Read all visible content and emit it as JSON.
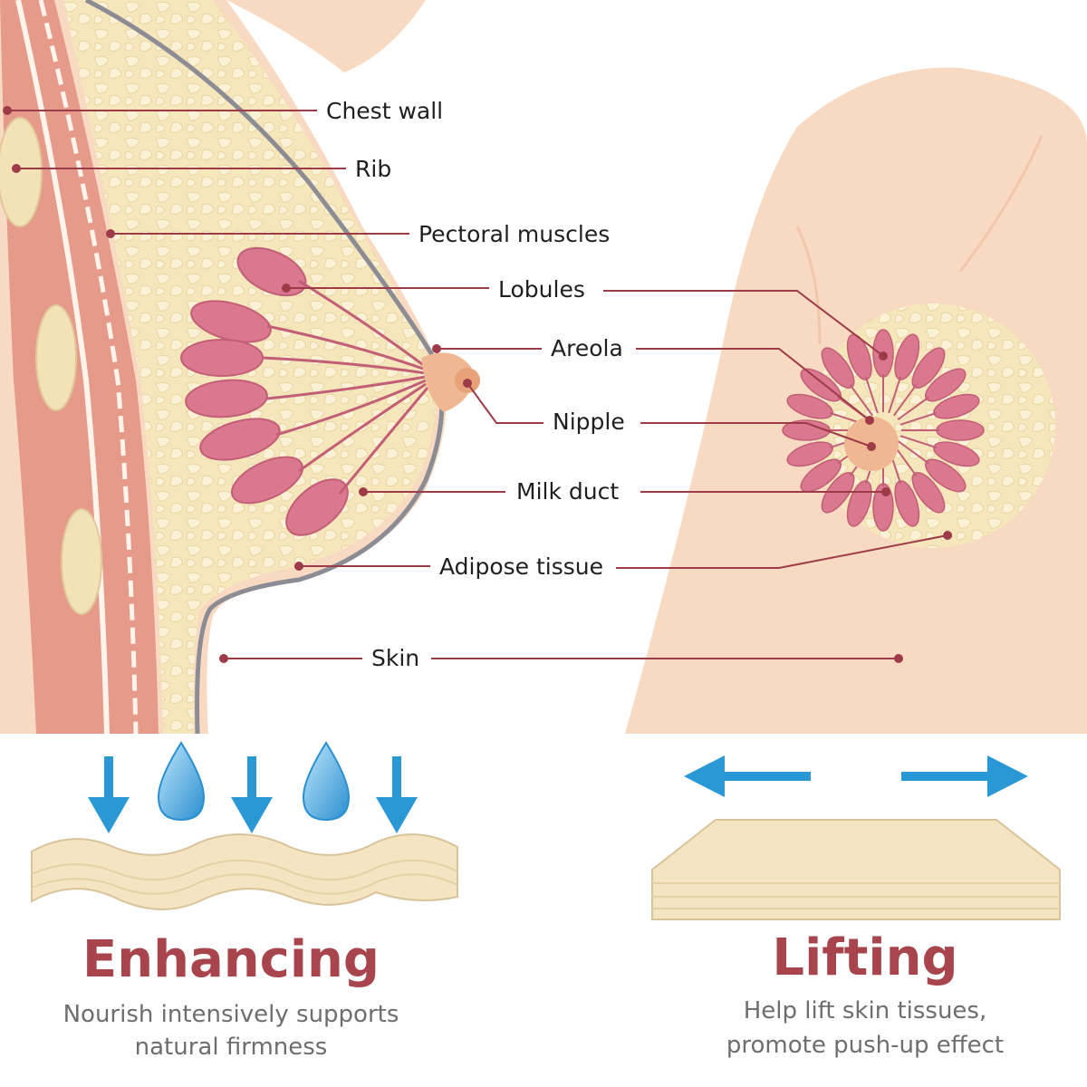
{
  "labels": {
    "chest_wall": "Chest wall",
    "rib": "Rib",
    "pectoral_muscles": "Pectoral muscles",
    "lobules": "Lobules",
    "areola": "Areola",
    "nipple": "Nipple",
    "milk_duct": "Milk duct",
    "adipose_tissue": "Adipose tissue",
    "skin": "Skin"
  },
  "enhancing": {
    "title": "Enhancing",
    "line1": "Nourish intensively supports",
    "line2": "natural firmness"
  },
  "lifting": {
    "title": "Lifting",
    "line1": "Help lift skin tissues,",
    "line2": "promote push-up effect"
  },
  "colors": {
    "skin": "#f8d9c2",
    "tissue": "#f6e7bf",
    "muscle": "#e59a8a",
    "lobule": "#d9788f",
    "leader": "#9e3b48",
    "arrow": "#2b98d6",
    "title": "#a8444c",
    "subtitle": "#6e6e6e"
  }
}
